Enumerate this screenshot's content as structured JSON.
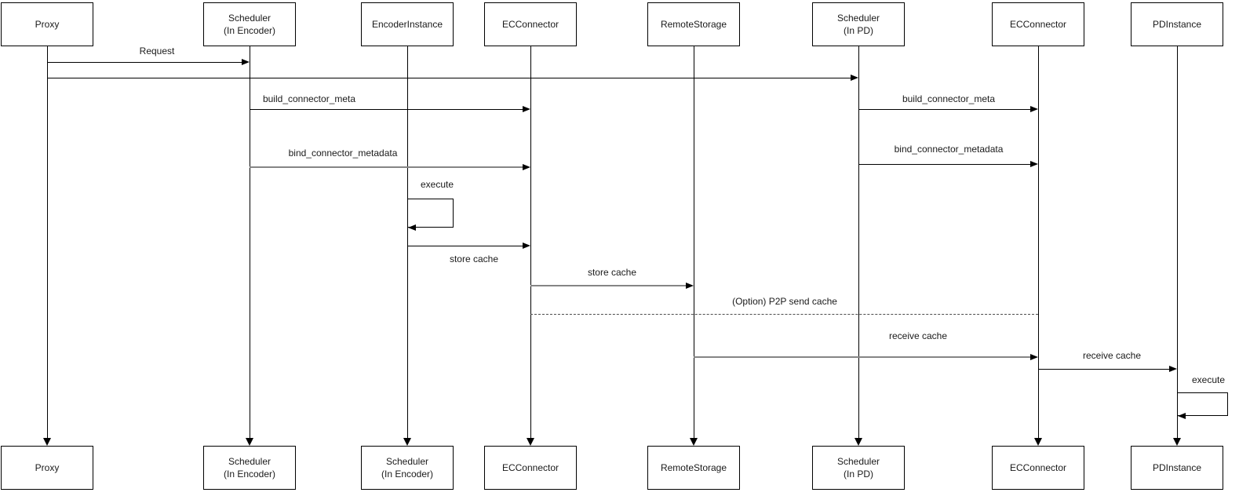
{
  "diagram": {
    "type": "sequence-diagram",
    "colors": {
      "background": "#ffffff",
      "stroke": "#000000",
      "muted_stroke": "#858585",
      "text": "#1a1a1a"
    },
    "participants_top": [
      {
        "label": "Proxy"
      },
      {
        "label": "Scheduler\n(In Encoder)"
      },
      {
        "label": "EncoderInstance"
      },
      {
        "label": "ECConnector"
      },
      {
        "label": "RemoteStorage"
      },
      {
        "label": "Scheduler\n(In PD)"
      },
      {
        "label": "ECConnector"
      },
      {
        "label": "PDInstance"
      }
    ],
    "participants_bottom": [
      {
        "label": "Proxy"
      },
      {
        "label": "Scheduler\n(In Encoder)"
      },
      {
        "label": "Scheduler\n(In Encoder)"
      },
      {
        "label": "ECConnector"
      },
      {
        "label": "RemoteStorage"
      },
      {
        "label": "Scheduler\n(In PD)"
      },
      {
        "label": "ECConnector"
      },
      {
        "label": "PDInstance"
      }
    ],
    "messages": [
      {
        "label": "Request",
        "from": "Proxy",
        "to": "Scheduler (In Encoder)",
        "style": "solid"
      },
      {
        "label": "",
        "from": "Proxy",
        "to": "Scheduler (In PD)",
        "style": "solid"
      },
      {
        "label": "build_connector_meta",
        "from": "Scheduler (In Encoder)",
        "to": "ECConnector",
        "style": "solid"
      },
      {
        "label": "build_connector_meta",
        "from": "Scheduler (In PD)",
        "to": "ECConnector",
        "style": "solid"
      },
      {
        "label": "bind_connector_metadata",
        "from": "Scheduler (In Encoder)",
        "to": "ECConnector",
        "style": "solid"
      },
      {
        "label": "bind_connector_metadata",
        "from": "Scheduler (In PD)",
        "to": "ECConnector",
        "style": "solid"
      },
      {
        "label": "execute",
        "from": "EncoderInstance",
        "to": "EncoderInstance",
        "style": "self-loop"
      },
      {
        "label": "store cache",
        "from": "EncoderInstance",
        "to": "ECConnector",
        "style": "solid"
      },
      {
        "label": "store cache",
        "from": "ECConnector",
        "to": "RemoteStorage",
        "style": "solid"
      },
      {
        "label": "(Option) P2P send cache",
        "from": "ECConnector",
        "to": "ECConnector",
        "style": "dashed"
      },
      {
        "label": "receive cache",
        "from": "RemoteStorage",
        "to": "ECConnector",
        "style": "solid"
      },
      {
        "label": "receive cache",
        "from": "ECConnector",
        "to": "PDInstance",
        "style": "solid"
      },
      {
        "label": "execute",
        "from": "PDInstance",
        "to": "PDInstance",
        "style": "self-loop"
      }
    ]
  }
}
